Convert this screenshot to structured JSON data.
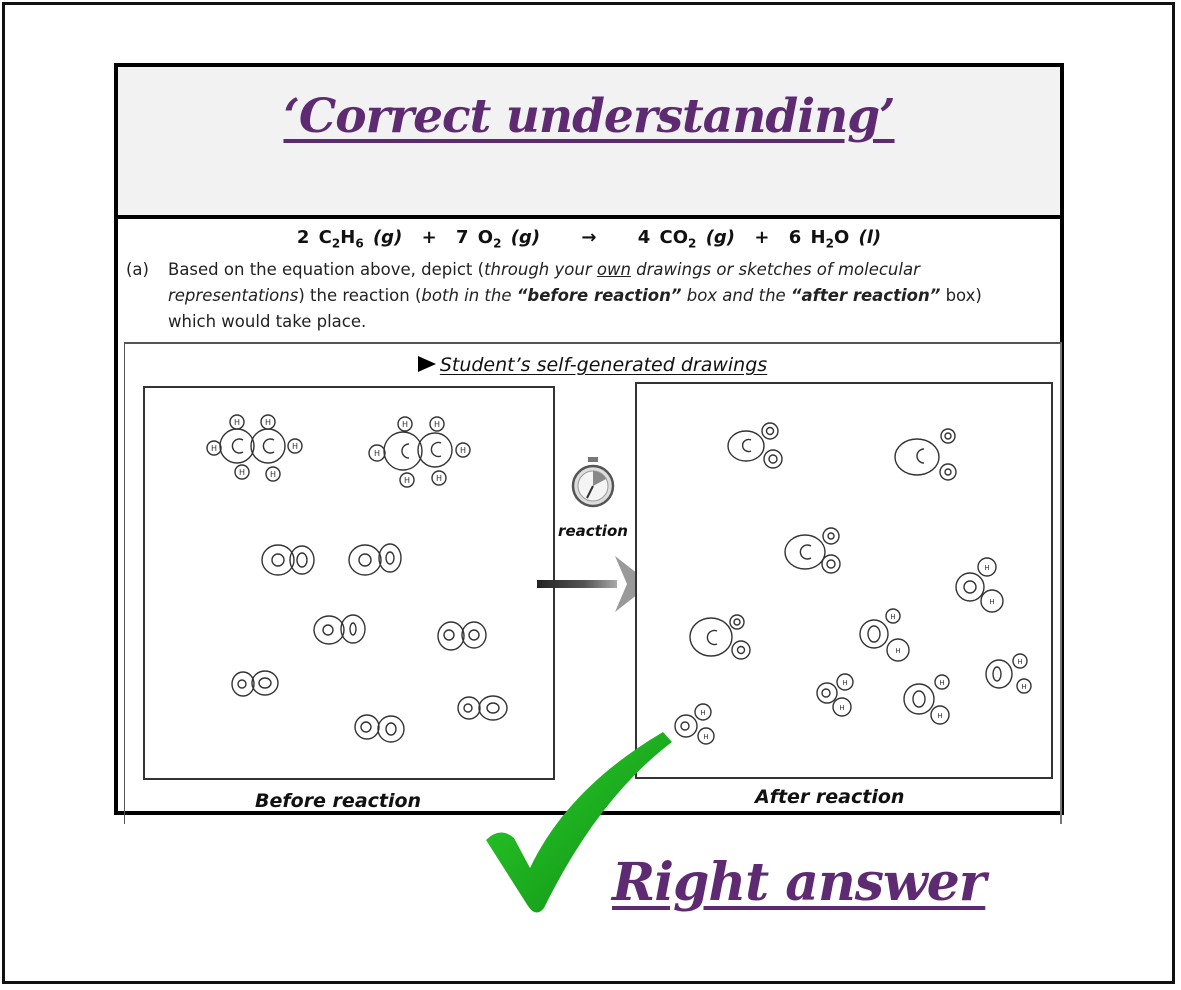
{
  "header": {
    "title": "‘Correct understanding’",
    "title_color": "#5e2b72",
    "band_color": "#f2f2f2"
  },
  "worksheet": {
    "equation": {
      "reactant_1": {
        "coef": "2",
        "formula": "C",
        "sub1": "2",
        "formula2": "H",
        "sub2": "6",
        "state": "(g)"
      },
      "plus_1": "+",
      "reactant_2": {
        "coef": "7",
        "formula": "O",
        "sub1": "2",
        "state": "(g)"
      },
      "arrow": "→",
      "product_1": {
        "coef": "4",
        "formula": "CO",
        "sub1": "2",
        "state": "(g)"
      },
      "plus_2": "+",
      "product_2": {
        "coef": "6",
        "formula": "H",
        "sub1": "2",
        "formula2": "O",
        "state": "(l)"
      }
    },
    "question": {
      "label": "(a)",
      "part1": "Based on the equation above, depict (",
      "part2_italic": "through your ",
      "part3_underline": "own",
      "part4_italic": " drawings or sketches of molecular representations",
      "part5": ") the reaction (",
      "part6_italic": "both in the ",
      "part7_bold": "“before reaction”",
      "part8_italic": " box and the ",
      "part9_bold": "“after reaction”",
      "part10": " box) which would take place."
    },
    "section_label": "Student’s self-generated drawings",
    "before_caption": "Before reaction",
    "after_caption": "After reaction",
    "middle_label": "reaction",
    "before_molecules": {
      "ethane_count": 2,
      "oxygen_count": 7
    },
    "after_molecules": {
      "carbon_dioxide_count": 4,
      "water_count": 6
    }
  },
  "verdict": {
    "label": "Right answer",
    "color": "#5e2b72",
    "check_color": "#1aa51a"
  }
}
